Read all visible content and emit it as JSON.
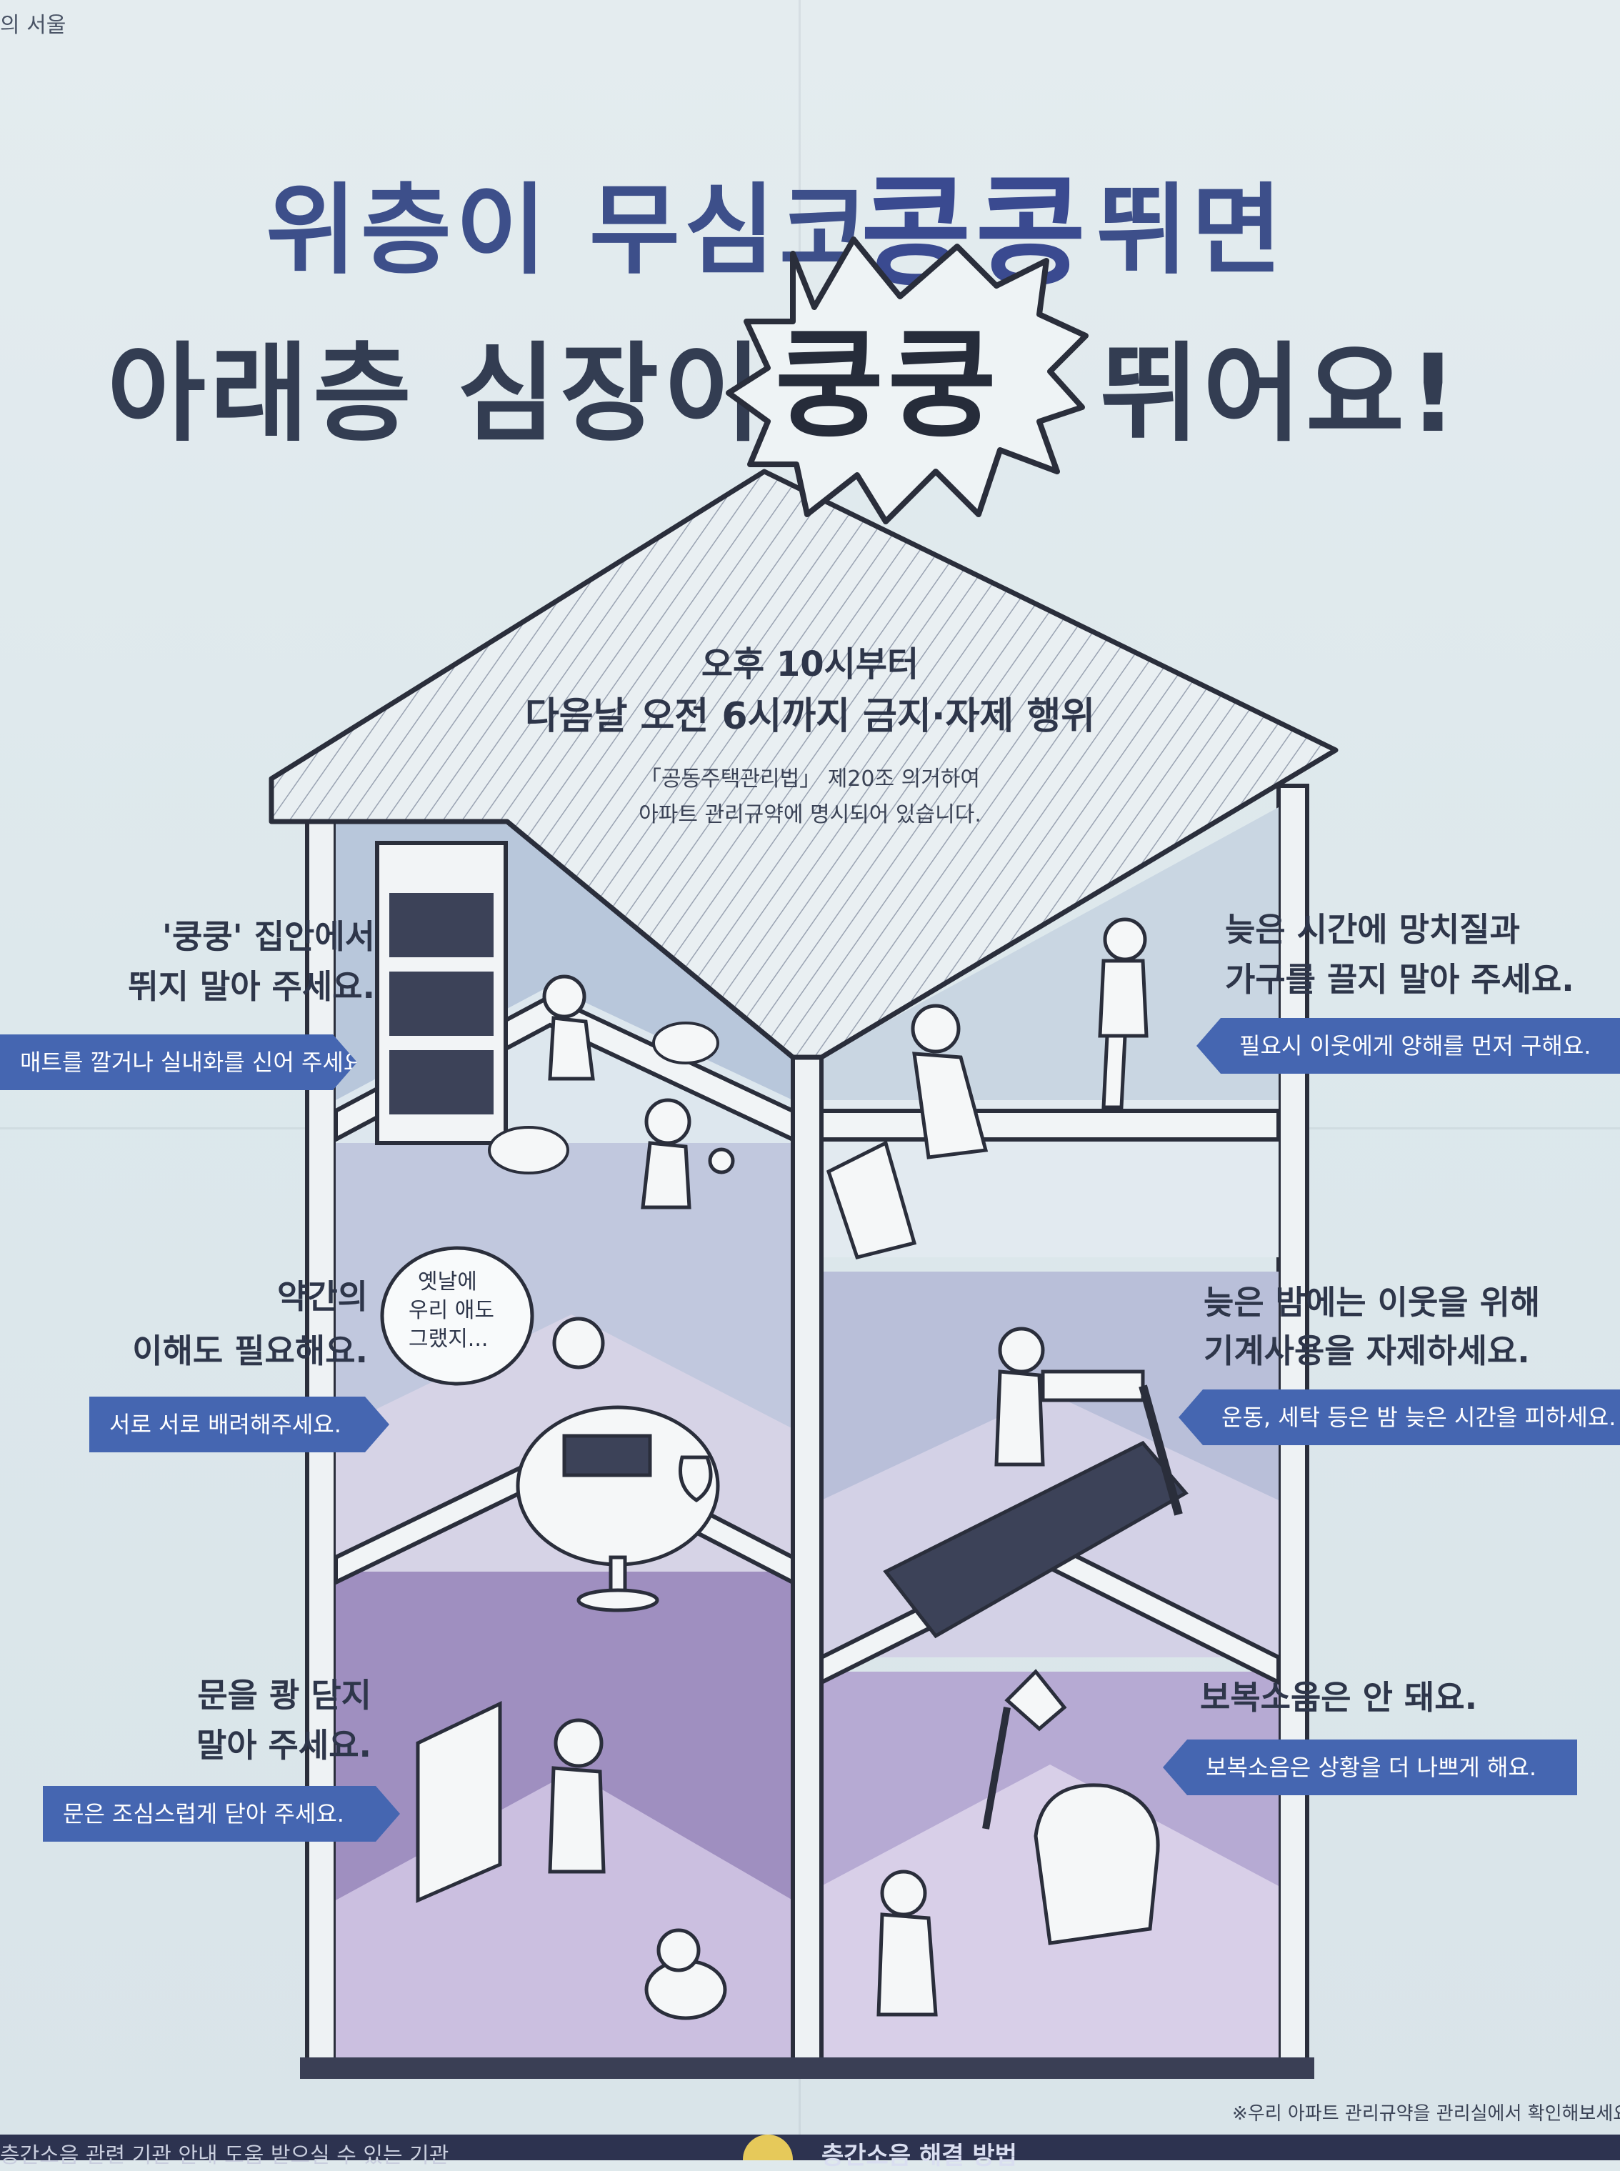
{
  "org": {
    "text": "의 서울"
  },
  "headline": {
    "line1_part1": "위층이 무심코",
    "line1_emphasis": "콩콩",
    "line1_part2": "뛰면",
    "line2_part1": "아래층 심장이",
    "line2_emphasis": "쿵쿵",
    "line2_part2": "뛰어요!"
  },
  "center": {
    "time_line1": "오후 10시부터",
    "time_line2": "다음날 오전 6시까지 금지·자제 행위",
    "law_line1": "「공동주택관리법」 제20조 의거하여",
    "law_line2": "아파트 관리규약에 명시되어 있습니다."
  },
  "tips": [
    {
      "title_line1": "'쿵쿵' 집안에서",
      "title_line2": "뛰지 말아 주세요.",
      "tag": "매트를 깔거나 실내화를 신어 주세요."
    },
    {
      "title_line1": "늦은 시간에 망치질과",
      "title_line2": "가구를 끌지 말아 주세요.",
      "tag": "필요시 이웃에게 양해를 먼저 구해요."
    },
    {
      "title_line1": "약간의",
      "title_line2": "이해도 필요해요.",
      "tag": "서로 서로 배려해주세요."
    },
    {
      "title_line1": "늦은 밤에는 이웃을 위해",
      "title_line2": "기계사용을 자제하세요.",
      "tag": "운동, 세탁 등은 밤 늦은 시간을 피하세요."
    },
    {
      "title_line1": "문을 쾅 닫지",
      "title_line2": "말아 주세요.",
      "tag": "문은 조심스럽게 닫아 주세요."
    },
    {
      "title_line1": "보복소음은 안 돼요.",
      "title_line2": "",
      "tag": "보복소음은 상황을 더 나쁘게 해요."
    }
  ],
  "speech_bubble": {
    "line1": "옛날에",
    "line2": "우리 애도",
    "line3": "그랬지..."
  },
  "footnote": "※우리 아파트 관리규약을 관리실에서 확인해보세요.",
  "bottom": {
    "left_text": "층간소음 관련 기관 안내 도움 받으실 수 있는 기관",
    "right_text": "층간소음 해결 방법"
  },
  "colors": {
    "tag_blue": "#4566b1",
    "title_navy": "#3d4f8a",
    "lavender": "#a48fbe"
  }
}
